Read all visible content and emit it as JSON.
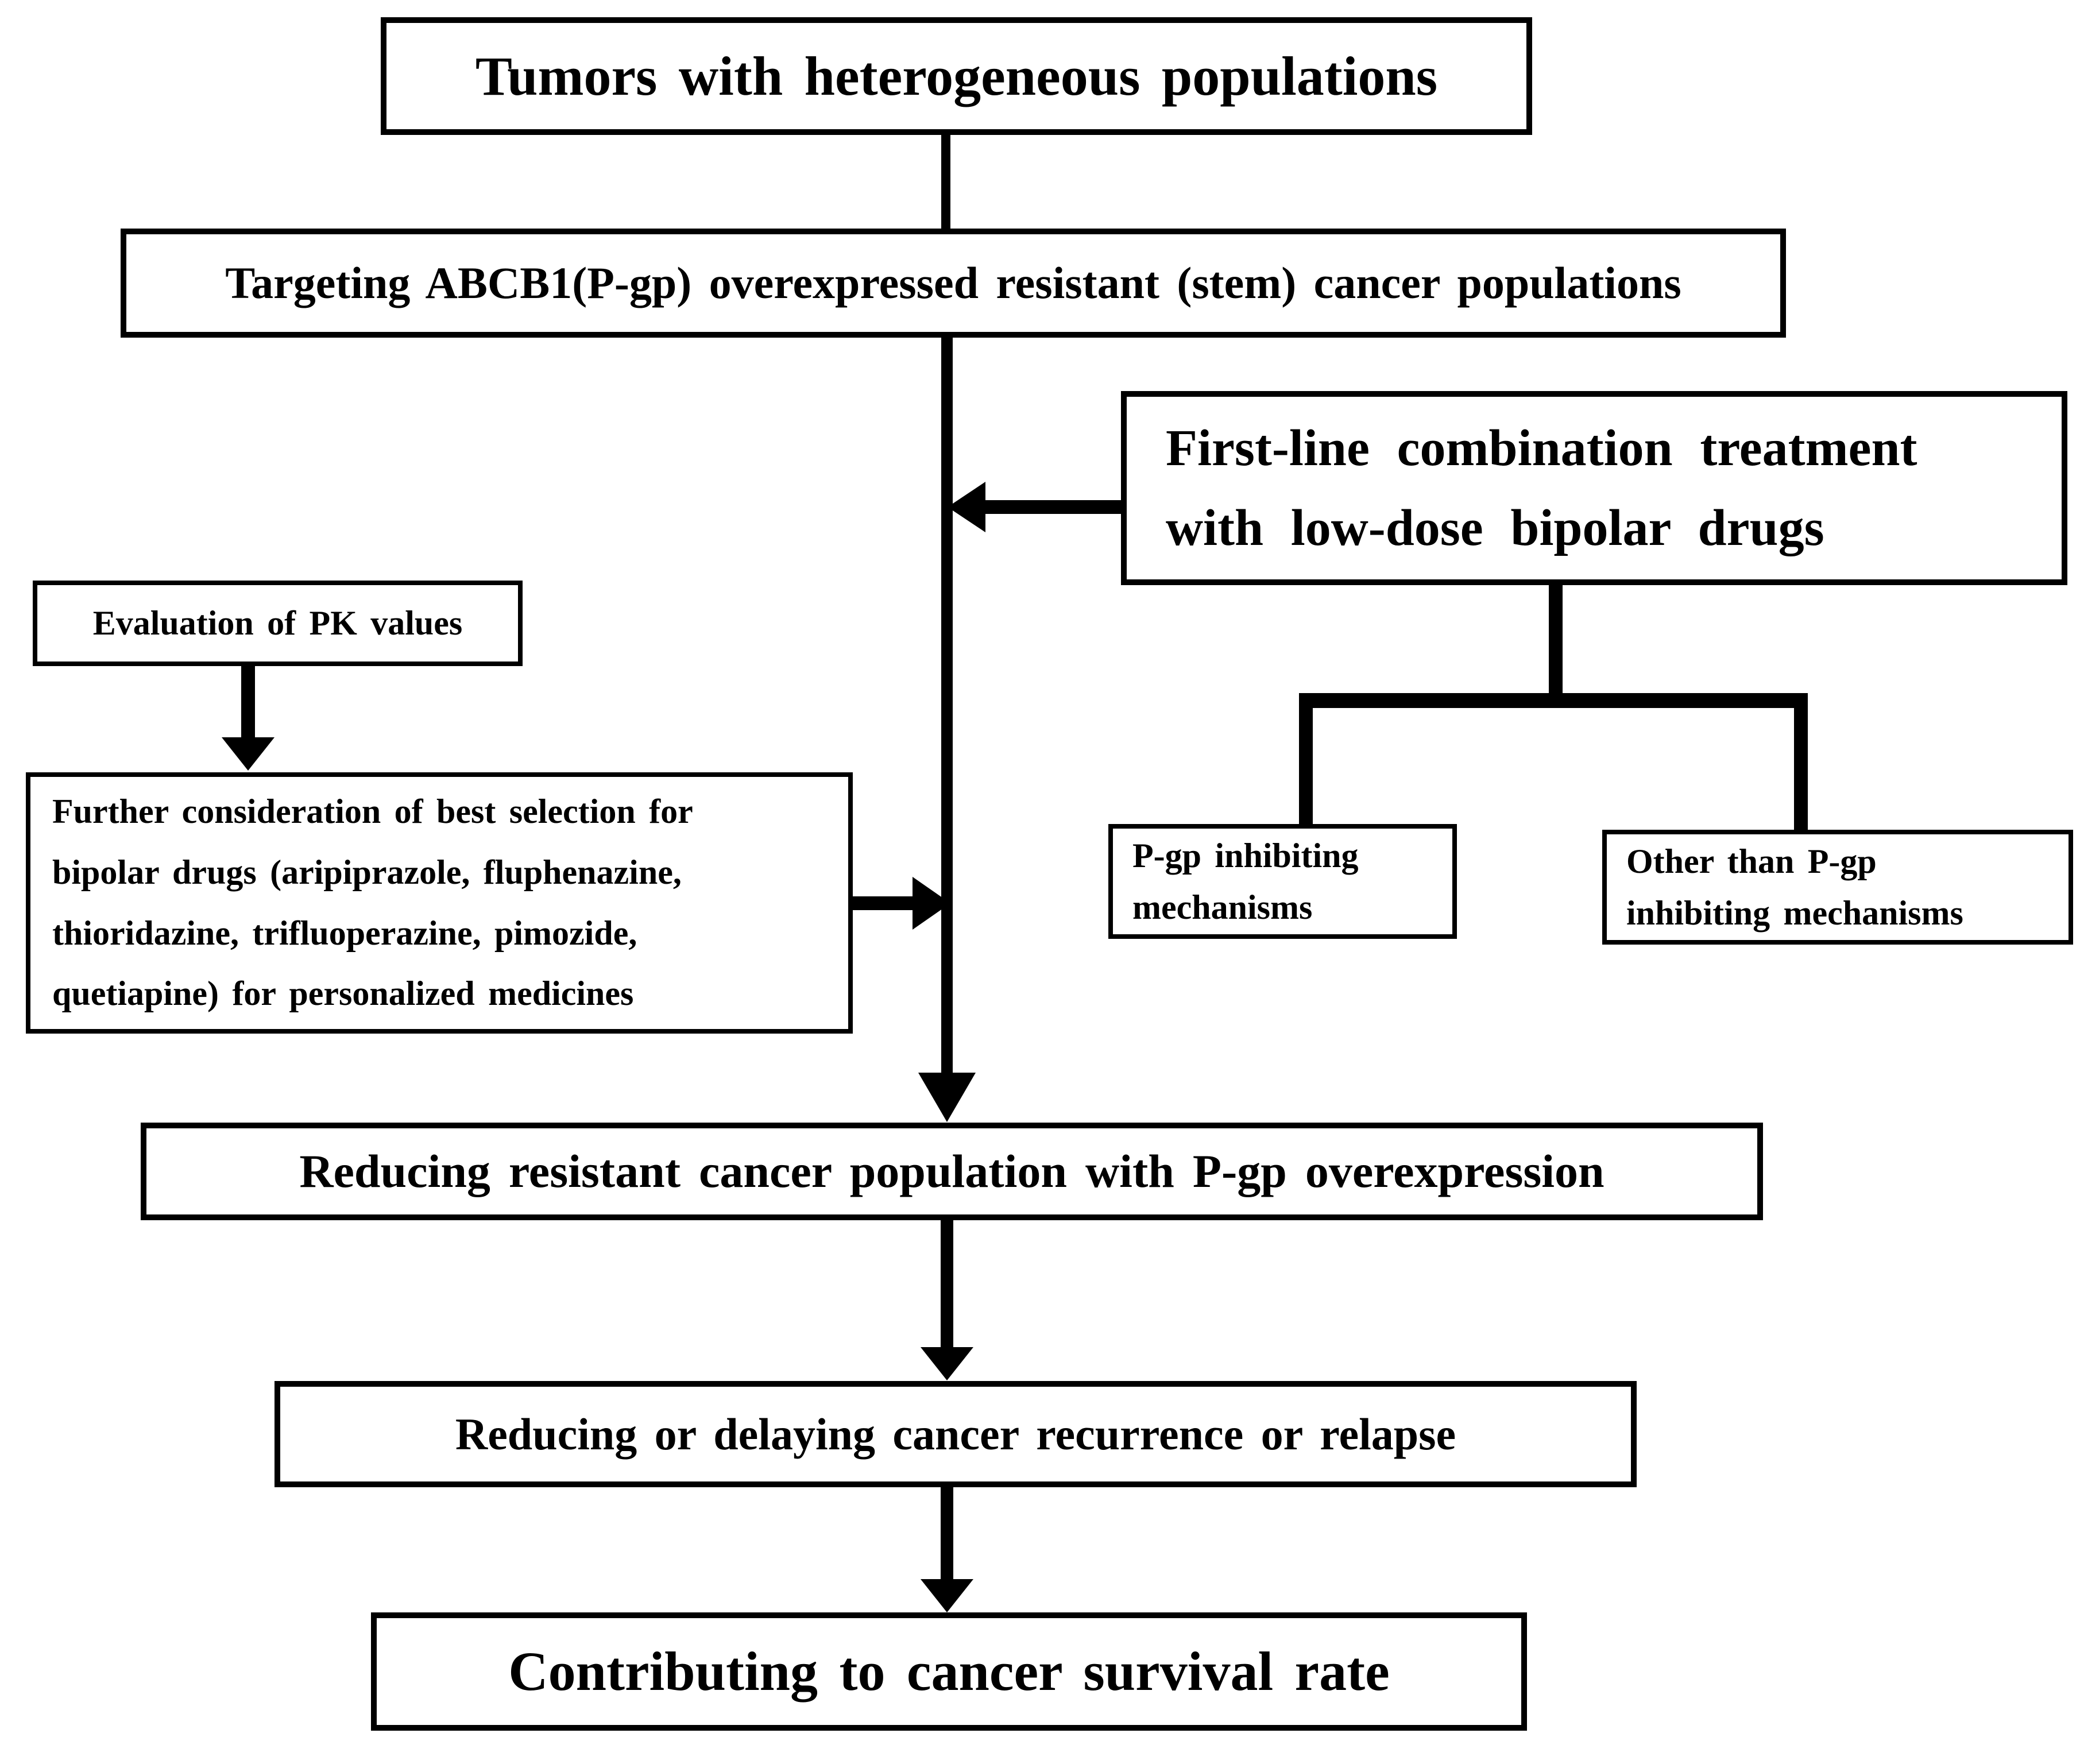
{
  "diagram": {
    "background_color": "#ffffff",
    "line_color": "#000000",
    "text_color": "#000000",
    "nodes": {
      "tumors": {
        "label": "Tumors with heterogeneous populations"
      },
      "targeting": {
        "label": "Targeting ABCB1(P-gp) overexpressed resistant (stem) cancer populations"
      },
      "first_line": {
        "lines": [
          "First-line combination treatment",
          "with low-dose bipolar drugs"
        ]
      },
      "pgp_inhibiting": {
        "lines": [
          "P-gp inhibiting",
          "mechanisms"
        ]
      },
      "other_than_pgp": {
        "lines": [
          "Other than P-gp",
          "inhibiting mechanisms"
        ]
      },
      "evaluation_pk": {
        "label": "Evaluation of PK values"
      },
      "further_consideration": {
        "lines": [
          "Further consideration of best selection for",
          "bipolar drugs (aripiprazole, fluphenazine,",
          "thioridazine, trifluoperazine, pimozide,",
          "quetiapine) for personalized medicines"
        ]
      },
      "reducing_population": {
        "label": "Reducing resistant cancer population with P-gp overexpression"
      },
      "reducing_recurrence": {
        "label": "Reducing or delaying cancer recurrence or relapse"
      },
      "contributing": {
        "label": "Contributing to cancer survival rate"
      }
    },
    "edges": [
      {
        "from": "tumors",
        "to": "targeting",
        "style": "line"
      },
      {
        "from": "targeting",
        "to": "reducing_population",
        "style": "arrow"
      },
      {
        "from": "first_line",
        "to": "main_flow",
        "style": "arrow"
      },
      {
        "from": "first_line",
        "to": "pgp_inhibiting",
        "style": "line"
      },
      {
        "from": "first_line",
        "to": "other_than_pgp",
        "style": "line"
      },
      {
        "from": "evaluation_pk",
        "to": "further_consideration",
        "style": "arrow"
      },
      {
        "from": "further_consideration",
        "to": "main_flow",
        "style": "arrow"
      },
      {
        "from": "reducing_population",
        "to": "reducing_recurrence",
        "style": "arrow"
      },
      {
        "from": "reducing_recurrence",
        "to": "contributing",
        "style": "arrow"
      }
    ]
  }
}
